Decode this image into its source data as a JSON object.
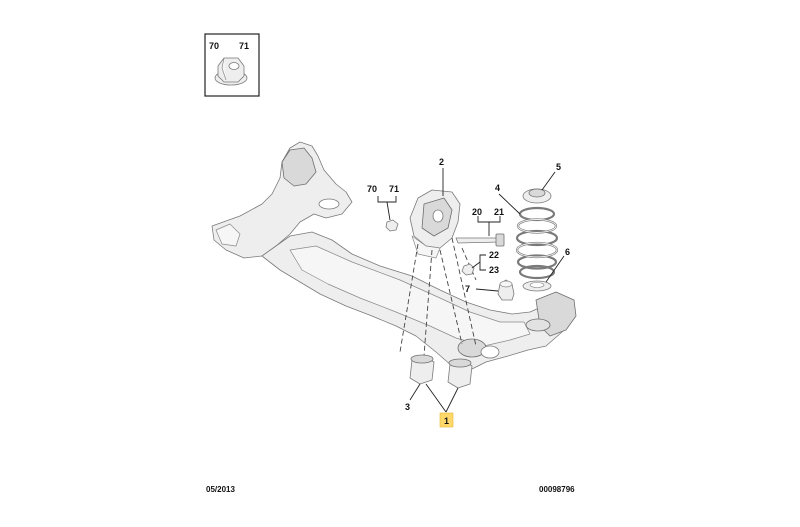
{
  "inset": {
    "labels": [
      "70",
      "71"
    ]
  },
  "callouts": {
    "c1": "1",
    "c2": "2",
    "c3": "3",
    "c4": "4",
    "c5": "5",
    "c6": "6",
    "c7": "7",
    "c20": "20",
    "c21": "21",
    "c22": "22",
    "c23": "23",
    "c70": "70",
    "c71": "71"
  },
  "footer": {
    "date": "05/2013",
    "ref": "00098796"
  },
  "colors": {
    "highlight": "#ffd86b",
    "line": "#222222",
    "part_fill": "#eeeeee"
  }
}
